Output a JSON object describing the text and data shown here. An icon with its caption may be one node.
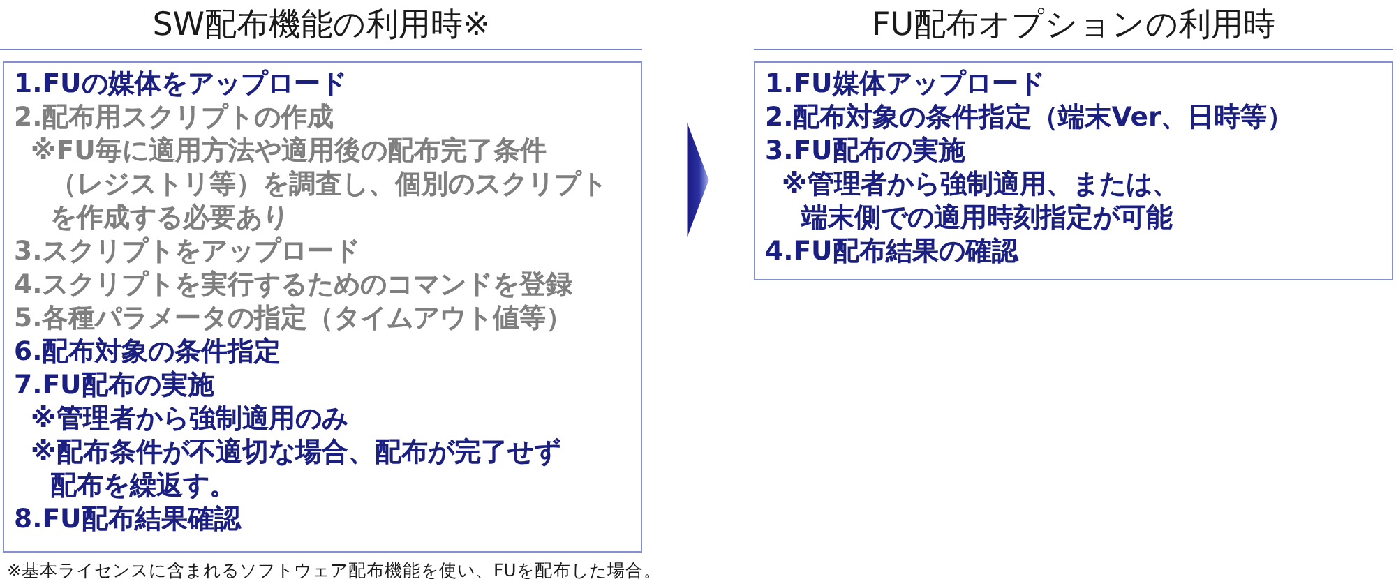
{
  "diagram": {
    "nodes": [
      {
        "text": [
          "SW配布機能の利用時※",
          "1.FUの媒体をアップロード",
          "2.配布用スクリプトの作成",
          "※FU毎に適用方法や適用後の配布完了条件（レジストリ等）を調査し、個別のスクリプトを作成する必要あり",
          "3.スクリプトをアップロード",
          "4.スクリプトを実行するためのコマンドを登録",
          "5.各種パラメータの指定（タイムアウト値等）",
          "6.配布対象の条件指定",
          "7.FU配布の実施",
          "※管理者から強制適用のみ",
          "※配布条件が不適切な場合、配布が完了せず配布を繰返す。",
          "8.FU配布結果確認"
        ],
        "beside": [
          "※基本ライセンスに含まれるソフトウェア配布機能を使い、FUを配布した場合。"
        ]
      },
      {
        "text": [
          "FU配布オプションの利用時",
          "1.FU媒体アップロード",
          "2.配布対象の条件指定（端末Ver、日時等）",
          "3.FU配布の実施",
          "※管理者から強制適用、または、端末側での適用時刻指定が可能",
          "4.FU配布結果の確認"
        ]
      }
    ],
    "edges": [
      {
        "from": 0,
        "to": 1,
        "arrow": "to"
      }
    ]
  }
}
